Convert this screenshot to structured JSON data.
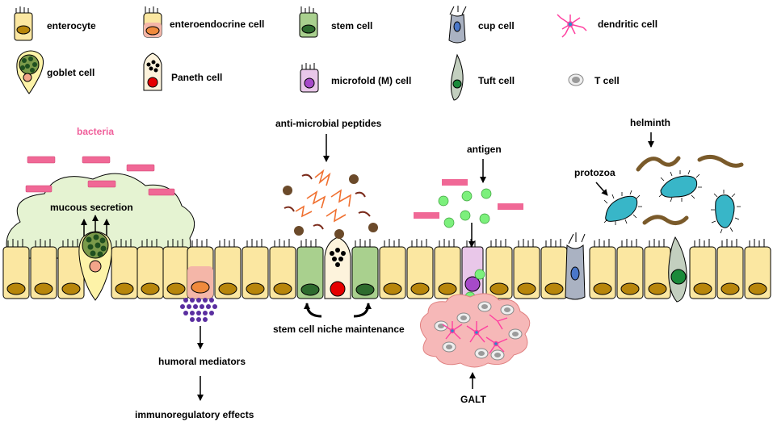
{
  "legend": {
    "enterocyte": "enterocyte",
    "enteroendocrine": "enteroendocrine cell",
    "stem": "stem cell",
    "cup": "cup cell",
    "dendritic": "dendritic cell",
    "goblet": "goblet cell",
    "paneth": "Paneth cell",
    "mcell": "microfold (M) cell",
    "tuft": "Tuft cell",
    "tcell": "T cell"
  },
  "labels": {
    "bacteria": "bacteria",
    "mucous": "mucous secretion",
    "amp": "anti-microbial peptides",
    "antigen": "antigen",
    "helminth": "helminth",
    "protozoa": "protozoa",
    "niche": "stem cell niche maintenance",
    "humoral": "humoral mediators",
    "immunoreg": "immunoregulatory effects",
    "galt": "GALT"
  },
  "colors": {
    "enterocyte_fill": "#fbe7a1",
    "enterocyte_nucleus": "#b8860b",
    "stem_fill": "#a9d08e",
    "stem_nucleus": "#2e6b2e",
    "paneth_nucleus": "#e60000",
    "enteroendocrine_fill": "#f4b6a8",
    "enteroendocrine_nucleus": "#f08a3c",
    "mcell_fill": "#e9c7e9",
    "mcell_nucleus": "#a64ac9",
    "cup_fill": "#aab2c2",
    "cup_nucleus": "#4a77c9",
    "tuft_fill": "#c3cfbf",
    "tuft_nucleus": "#1a8a3a",
    "bacteria": "#f06896",
    "mucous": "#e5f3d2",
    "antigen": "#7cf07c",
    "galt": "#f6b8b8",
    "dendritic": "#ff40a0",
    "protozoa": "#38b6c8",
    "helminth": "#7a5a2a",
    "humoral_dot": "#5a2ea0"
  }
}
